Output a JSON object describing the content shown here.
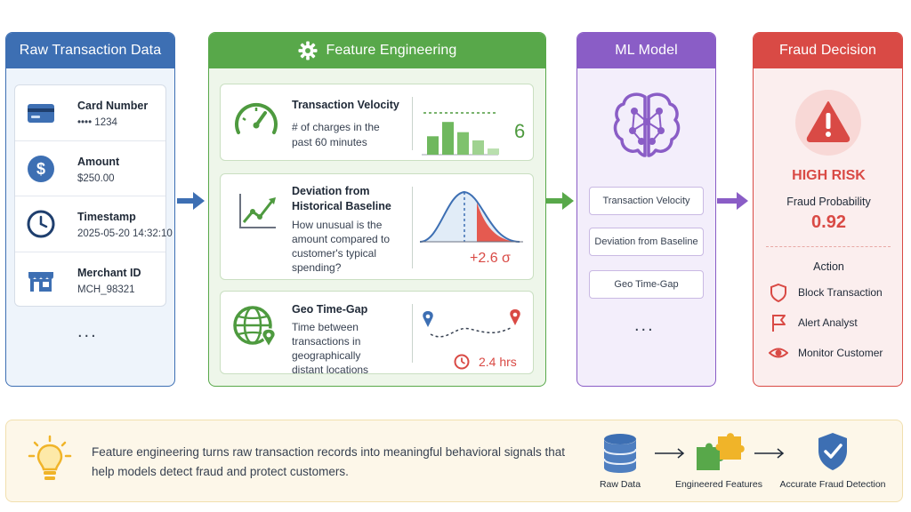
{
  "raw": {
    "title": "Raw Transaction Data",
    "items": [
      {
        "label": "Card Number",
        "value": "•••• 1234",
        "icon": "credit-card-icon"
      },
      {
        "label": "Amount",
        "value": "$250.00",
        "icon": "dollar-icon"
      },
      {
        "label": "Timestamp",
        "value": "2025-05-20 14:32:10",
        "icon": "clock-icon"
      },
      {
        "label": "Merchant ID",
        "value": "MCH_98321",
        "icon": "store-icon"
      }
    ],
    "more": "..."
  },
  "feature": {
    "title": "Feature Engineering",
    "velocity": {
      "title": "Transaction Velocity",
      "desc": [
        "# of charges in the",
        "past 60 minutes"
      ],
      "value": "6",
      "bars": [
        0.45,
        0.8,
        0.55,
        0.35,
        0.15
      ]
    },
    "deviation": {
      "title": [
        "Deviation from",
        "Historical Baseline"
      ],
      "desc": [
        "How unusual is the",
        "amount compared to",
        "customer's typical",
        "spending?"
      ],
      "value": "+2.6 σ"
    },
    "geo": {
      "title": "Geo Time-Gap",
      "desc": [
        "Time between",
        "transactions in",
        "geographically",
        "distant locations"
      ],
      "value": "2.4 hrs"
    }
  },
  "ml": {
    "title": "ML Model",
    "features": [
      "Transaction Velocity",
      "Deviation from Baseline",
      "Geo Time-Gap"
    ],
    "more": "..."
  },
  "fraud": {
    "title": "Fraud Decision",
    "risk": "HIGH RISK",
    "prob_label": "Fraud Probability",
    "prob_value": "0.92",
    "action_label": "Action",
    "actions": [
      {
        "label": "Block Transaction",
        "icon": "shield-icon"
      },
      {
        "label": "Alert Analyst",
        "icon": "flag-icon"
      },
      {
        "label": "Monitor Customer",
        "icon": "eye-icon"
      }
    ]
  },
  "bottom": {
    "text": "Feature engineering turns raw transaction records into meaningful behavioral signals that help models detect fraud and protect customers.",
    "pipeline": [
      "Raw Data",
      "Engineered Features",
      "Accurate Fraud Detection"
    ]
  },
  "colors": {
    "blue": "#3d6fb3",
    "green": "#58a84a",
    "purple": "#8a5dc6",
    "red": "#d94a45"
  }
}
